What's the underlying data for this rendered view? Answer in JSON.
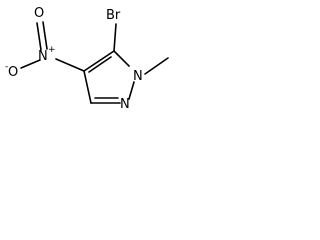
{
  "diagram": {
    "type": "chemical-structure",
    "atoms": {
      "bromine": "Br",
      "nitro_nitrogen": "N",
      "nitro_nitrogen_charge": "+",
      "nitro_oxygen_top": "O",
      "nitro_oxygen_left": "O",
      "nitro_oxygen_left_charge": "-",
      "ring_nitrogen_1": "N",
      "ring_nitrogen_2": "N"
    },
    "colors": {
      "bond": "#000000",
      "text": "#000000",
      "background": "#ffffff"
    }
  }
}
